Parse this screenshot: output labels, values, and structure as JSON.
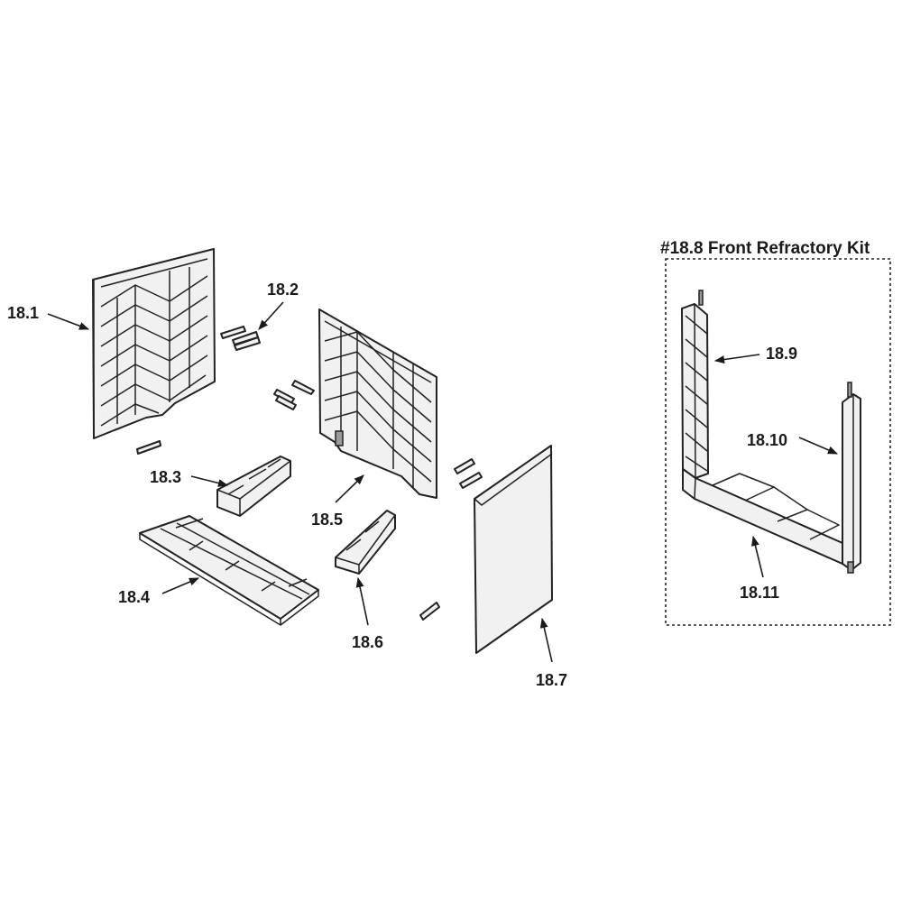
{
  "kit": {
    "title": "#18.8 Front Refractory Kit"
  },
  "labels": {
    "p18_1": "18.1",
    "p18_2": "18.2",
    "p18_3": "18.3",
    "p18_4": "18.4",
    "p18_5": "18.5",
    "p18_6": "18.6",
    "p18_7": "18.7",
    "p18_9": "18.9",
    "p18_10": "18.10",
    "p18_11": "18.11"
  }
}
